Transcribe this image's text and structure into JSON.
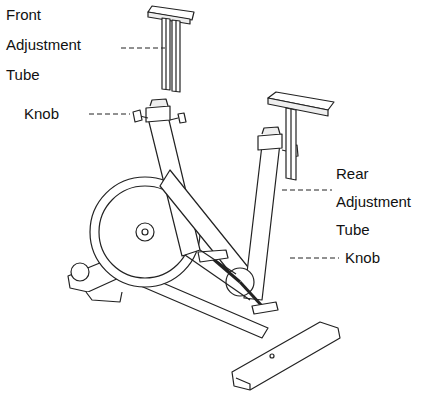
{
  "diagram": {
    "labels": [
      "Front Adjustment Tube",
      "Knob",
      "Rear Adjustment Tube",
      "Knob"
    ]
  }
}
